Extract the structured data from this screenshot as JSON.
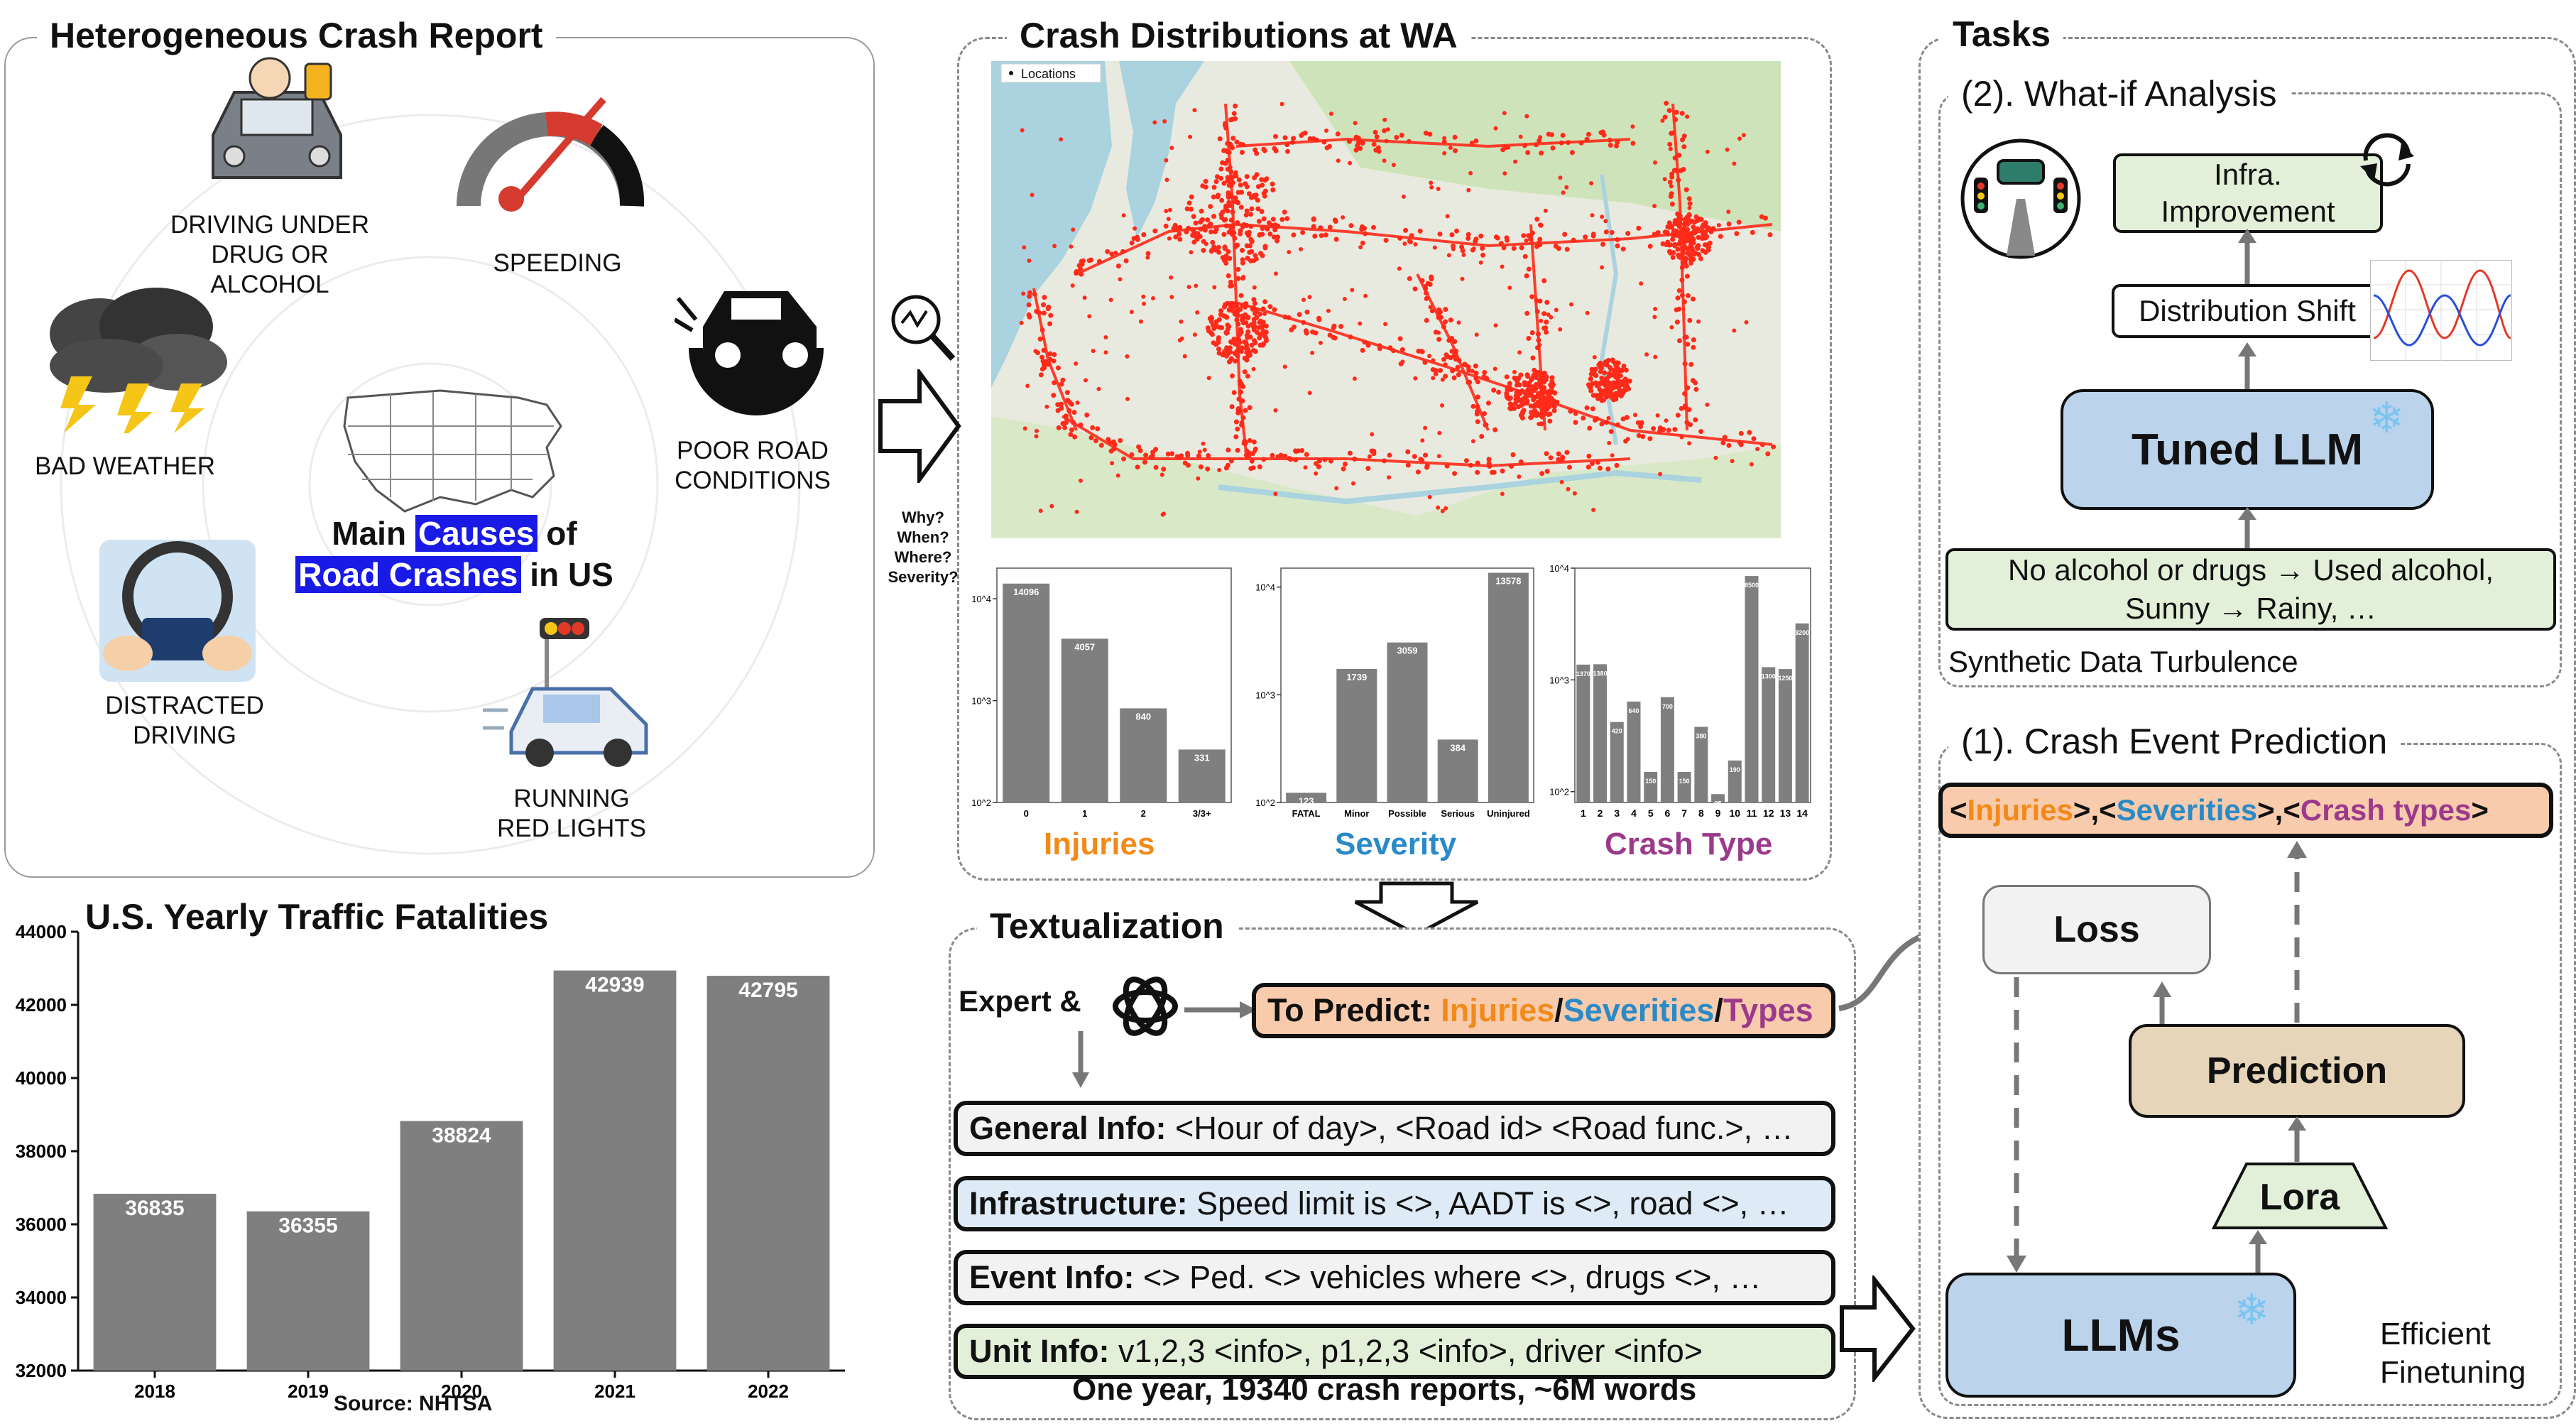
{
  "causes": {
    "title": "Heterogeneous Crash Report",
    "main_line1_a": "Main",
    "main_line1_highlight": "Causes",
    "main_line1_b": "of",
    "main_line2_highlight": "Road Crashes",
    "main_line2_b": "in US",
    "items": [
      {
        "label": "DRIVING UNDER\nDRUG OR ALCOHOL",
        "icon": "drunk-driver-car-icon"
      },
      {
        "label": "SPEEDING",
        "icon": "speedometer-icon"
      },
      {
        "label": "BAD WEATHER",
        "icon": "storm-cloud-icon"
      },
      {
        "label": "POOR ROAD\nCONDITIONS",
        "icon": "car-pothole-icon"
      },
      {
        "label": "DISTRACTED\nDRIVING",
        "icon": "phone-steering-wheel-icon"
      },
      {
        "label": "RUNNING\nRED LIGHTS",
        "icon": "car-red-light-icon"
      }
    ]
  },
  "fatalities": {
    "title": "U.S. Yearly Traffic Fatalities",
    "source": "Source: NHTSA"
  },
  "chart_data": [
    {
      "type": "bar",
      "title": "U.S. Yearly Traffic Fatalities",
      "categories": [
        "2018",
        "2019",
        "2020",
        "2021",
        "2022"
      ],
      "values": [
        36835,
        36355,
        38824,
        42939,
        42795
      ],
      "ylim": [
        32000,
        44000
      ],
      "yticks": [
        32000,
        34000,
        36000,
        38000,
        40000,
        42000,
        44000
      ],
      "bar_color": "#7f7f7f"
    },
    {
      "type": "bar",
      "xlabel": "Injuries",
      "log_scale": true,
      "categories": [
        "0",
        "1",
        "2",
        "3/3+"
      ],
      "values": [
        14096,
        4057,
        840,
        331
      ],
      "ylim": [
        100,
        20000
      ]
    },
    {
      "type": "bar",
      "xlabel": "Severity",
      "log_scale": true,
      "categories": [
        "FATAL",
        "Minor",
        "Possible",
        "Serious",
        "Uninjured"
      ],
      "values": [
        123,
        1739,
        3059,
        384,
        13578
      ],
      "ylim": [
        100,
        15000
      ]
    },
    {
      "type": "bar",
      "xlabel": "Crash Type",
      "log_scale": true,
      "categories": [
        "1",
        "2",
        "3",
        "4",
        "5",
        "6",
        "7",
        "8",
        "9",
        "10",
        "11",
        "12",
        "13",
        "14"
      ],
      "values": [
        1370,
        1380,
        420,
        640,
        150,
        700,
        150,
        380,
        95,
        190,
        8500,
        1300,
        1250,
        3200
      ],
      "ylim": [
        80,
        10000
      ]
    }
  ],
  "distributions": {
    "title": "Crash Distributions at WA",
    "legend": "Locations",
    "xlabels": [
      "Injuries",
      "Severity",
      "Crash Type"
    ],
    "questions": "Why?\nWhen?\nWhere?\nSeverity?",
    "colors": {
      "injuries": "#f28a1a",
      "severity": "#2a8ac6",
      "crash_type": "#9b3a8c",
      "crash_points": "#ff2a1a"
    }
  },
  "textualization": {
    "title": "Textualization",
    "expert": "Expert &",
    "predict_prefix": "To Predict:",
    "predict_injuries": "Injuries",
    "predict_severities": "Severities",
    "predict_types": "Types",
    "sep": "/",
    "rows": [
      {
        "key": "General Info:",
        "value": "<Hour of day>, <Road id> <Road func.>, …",
        "bg": "#f2f2f2"
      },
      {
        "key": "Infrastructure:",
        "value": "Speed limit is <>, AADT is <>, road <>, …",
        "bg": "#deebf7"
      },
      {
        "key": "Event Info:",
        "value": "<> Ped. <> vehicles where <>, drugs <>, …",
        "bg": "#f2f2f2"
      },
      {
        "key": "Unit Info:",
        "value": "v1,2,3 <info>, p1,2,3 <info>, driver <info>",
        "bg": "#e2f0d9"
      }
    ],
    "footer": "One year, 19340 crash reports, ~6M words"
  },
  "tasks": {
    "title": "Tasks",
    "whatif": {
      "title": "(2). What-if Analysis",
      "infra": "Infra.\nImprovement",
      "shift": "Distribution Shift",
      "tuned": "Tuned LLM",
      "turb_line1": "No alcohol or drugs → Used alcohol,",
      "turb_line2": "Sunny → Rainy, …",
      "turb_caption": "Synthetic Data Turbulence"
    },
    "prediction": {
      "title": "(1). Crash Event Prediction",
      "target_lt": "<",
      "target_injuries": "Injuries",
      "target_mid1": ">,<",
      "target_severities": "Severities",
      "target_mid2": ">,<",
      "target_types": "Crash types",
      "target_gt": ">",
      "loss": "Loss",
      "prediction": "Prediction",
      "lora": "Lora",
      "llms": "LLMs",
      "caption": "Efficient\nFinetuning"
    }
  }
}
